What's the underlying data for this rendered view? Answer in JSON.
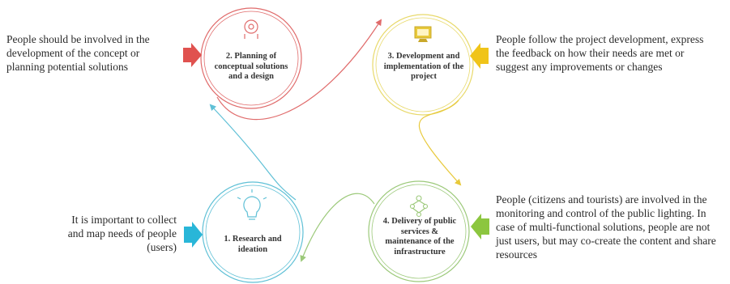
{
  "steps": [
    {
      "label": "2. Planning of conceptual solutions and a design",
      "color": "#e06b6b",
      "icon": "brain-gear-icon"
    },
    {
      "label": "3. Development and implementation of the project",
      "color": "#e8d96a",
      "icon": "monitor-icon"
    },
    {
      "label": "4. Delivery of public services & maintenance of the infrastructure",
      "color": "#9cc97a",
      "icon": "network-icon"
    },
    {
      "label": "1. Research and ideation",
      "color": "#5fc0d6",
      "icon": "lightbulb-icon"
    }
  ],
  "notes": {
    "planning": "People should be involved in the development of the concept or planning potential solutions",
    "development": "People follow the project development, express the feedback on how their needs are met or suggest any improvements or changes",
    "delivery": "People (citizens and tourists) are involved in the monitoring and control of the public lighting. In case of multi-functional solutions, people are not just users, but may co-create the content and share resources",
    "research": "It is important to collect and map needs of people (users)"
  },
  "arrow_colors": {
    "planning": "#e0524f",
    "development": "#f0c419",
    "delivery": "#8cc63f",
    "research": "#29b6d8"
  }
}
